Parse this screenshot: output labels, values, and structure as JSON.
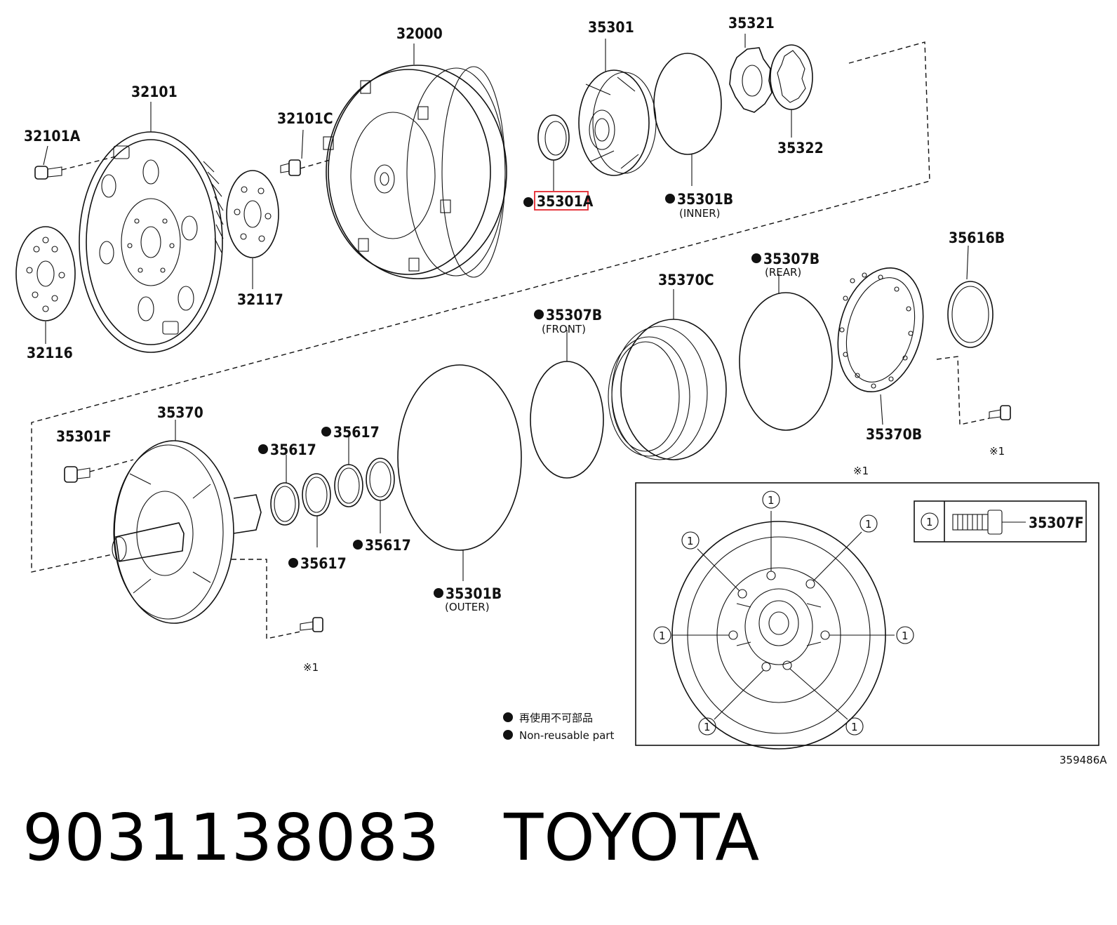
{
  "caption": {
    "part_number": "9031138083",
    "brand": "TOYOTA"
  },
  "diagram_id": "359486A",
  "legend": {
    "jp": "再使用不可部品",
    "en": "Non-reusable part"
  },
  "highlight_color": "#e3262d",
  "highlighted_part": "35301A",
  "labels": {
    "p32000": "32000",
    "p32101": "32101",
    "p32101A": "32101A",
    "p32101C": "32101C",
    "p32116": "32116",
    "p32117": "32117",
    "p35301": "35301",
    "p35301A": "35301A",
    "p35301B_inner": "35301B",
    "inner": "(INNER)",
    "p35321": "35321",
    "p35322": "35322",
    "p35616B": "35616B",
    "p35307B_rear": "35307B",
    "rear": "(REAR)",
    "p35370C": "35370C",
    "p35307B_front": "35307B",
    "front": "(FRONT)",
    "p35370B": "35370B",
    "ref1_a": "※1",
    "ref1_b": "※1",
    "ref1_c": "※1",
    "p35370": "35370",
    "p35301F": "35301F",
    "p35617_a": "35617",
    "p35617_b": "35617",
    "p35617_c": "35617",
    "p35617_d": "35617",
    "p35301B_outer": "35301B",
    "outer": "(OUTER)",
    "p35307F": "35307F",
    "callout": "1"
  }
}
